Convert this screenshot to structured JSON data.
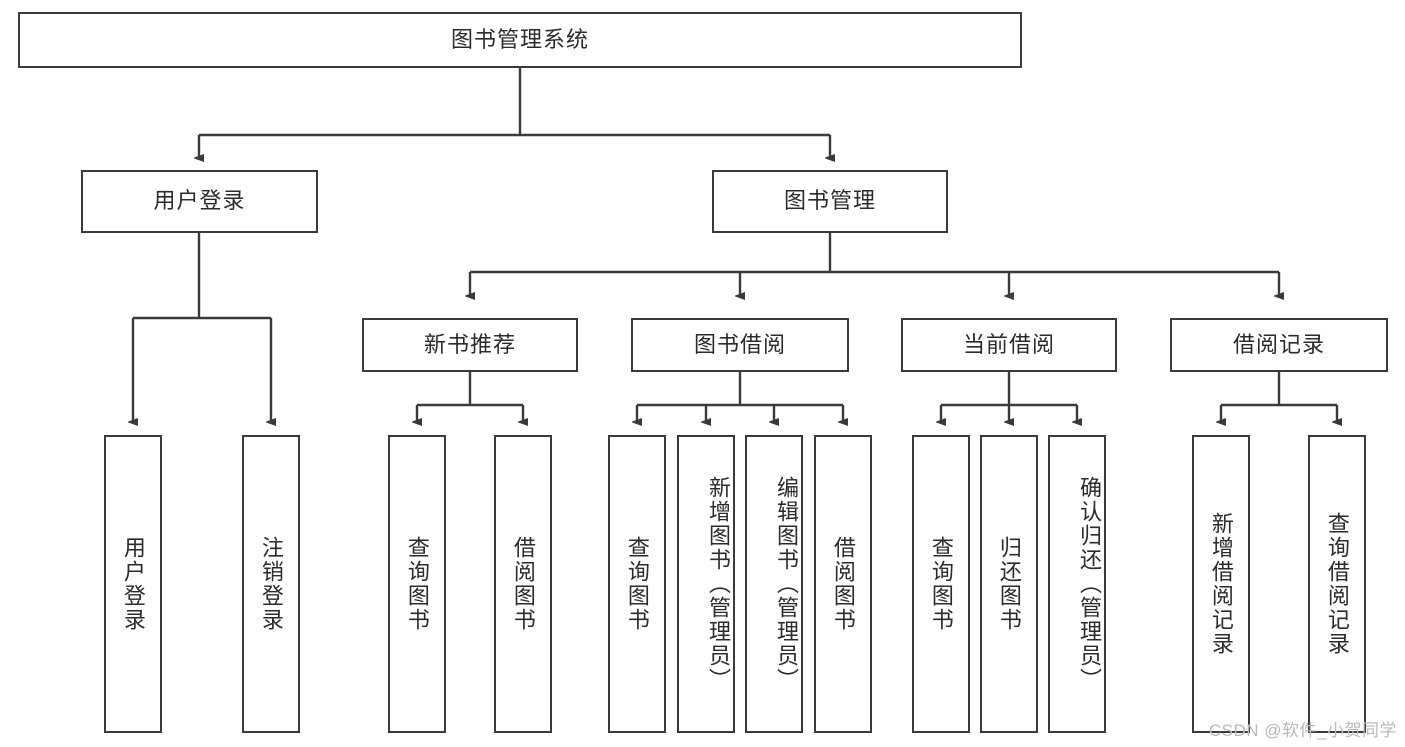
{
  "diagram": {
    "title": "图书管理系统",
    "type": "tree-hierarchy-diagram",
    "colors": {
      "stroke": "#3a3a3a",
      "fill": "#ffffff",
      "text": "#2b2b2b",
      "watermark": "#b9b9b9"
    },
    "root": {
      "label": "图书管理系统"
    },
    "level2": [
      {
        "label": "用户登录"
      },
      {
        "label": "图书管理"
      }
    ],
    "level3": [
      {
        "label": "新书推荐"
      },
      {
        "label": "图书借阅"
      },
      {
        "label": "当前借阅"
      },
      {
        "label": "借阅记录"
      }
    ],
    "leaves": {
      "user_login": [
        {
          "label": "用户登录"
        },
        {
          "label": "注销登录"
        }
      ],
      "new_book_recommend": [
        {
          "label": "查询图书"
        },
        {
          "label": "借阅图书"
        }
      ],
      "book_borrow": [
        {
          "label": "查询图书"
        },
        {
          "label": "新增图书（管理员）"
        },
        {
          "label": "编辑图书（管理员）"
        },
        {
          "label": "借阅图书"
        }
      ],
      "current_borrow": [
        {
          "label": "查询图书"
        },
        {
          "label": "归还图书"
        },
        {
          "label": "确认归还（管理员）"
        }
      ],
      "borrow_record": [
        {
          "label": "新增借阅记录"
        },
        {
          "label": "查询借阅记录"
        }
      ]
    }
  },
  "watermark": {
    "text": "CSDN @软件_小贺同学"
  }
}
